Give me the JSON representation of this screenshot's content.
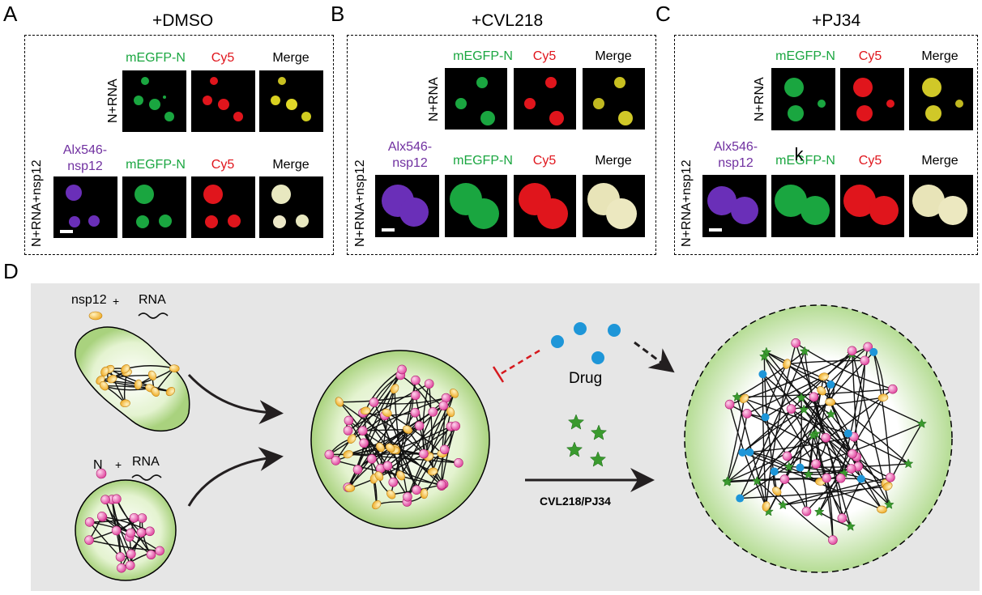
{
  "panels": [
    {
      "letter": "A",
      "title": "+DMSO",
      "row1": "N+RNA",
      "row2": "N+RNA+nsp12"
    },
    {
      "letter": "B",
      "title": "+CVL218",
      "row1": "N+RNA",
      "row2": "N+RNA+nsp12"
    },
    {
      "letter": "C",
      "title": "+PJ34",
      "row1": "N+RNA",
      "row2": "N+RNA+nsp12"
    }
  ],
  "channels": {
    "alx_line1": "Alx546-",
    "alx_line2": "nsp12",
    "egfp": "mEGFP-N",
    "cy5": "Cy5",
    "merge": "Merge"
  },
  "stray_text": "k",
  "panel_d": {
    "letter": "D",
    "nsp12": "nsp12",
    "plus": "+",
    "rna": "RNA",
    "n": "N",
    "drug": "Drug",
    "treatment": "CVL218/PJ34"
  },
  "colors": {
    "egfp": "#1aa640",
    "cy5": "#e0151c",
    "alx": "#7030a0",
    "drug": "#1e96d8",
    "star": "#3a9a2e",
    "n_protein": "#ee6fb6",
    "nsp12_protein": "#f5c24a",
    "inhibit": "#d6191e"
  }
}
